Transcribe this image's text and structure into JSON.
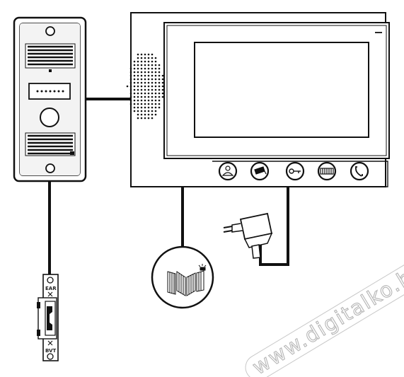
{
  "diagram": {
    "components": [
      {
        "id": "outdoor-panel",
        "icons": [
          "screw-hole-icon",
          "speaker-grille-icon",
          "nameplate-icon",
          "call-button-icon"
        ]
      },
      {
        "id": "indoor-monitor",
        "buttons": [
          {
            "icon": "user-icon"
          },
          {
            "icon": "camera-icon"
          },
          {
            "icon": "key-icon"
          },
          {
            "icon": "gate-icon"
          },
          {
            "icon": "phone-icon"
          }
        ]
      },
      {
        "id": "power-adapter"
      },
      {
        "id": "gate-opener",
        "icon": "gate-icon"
      },
      {
        "id": "door-strike",
        "labels": {
          "top": "EAR",
          "bottom": "BVT"
        }
      }
    ],
    "connections": [
      {
        "from": "outdoor-panel",
        "to": "indoor-monitor"
      },
      {
        "from": "outdoor-panel",
        "to": "door-strike"
      },
      {
        "from": "indoor-monitor",
        "to": "gate-opener"
      },
      {
        "from": "indoor-monitor",
        "to": "power-adapter"
      }
    ]
  },
  "watermark": {
    "text": "www.digitalko.hu"
  }
}
